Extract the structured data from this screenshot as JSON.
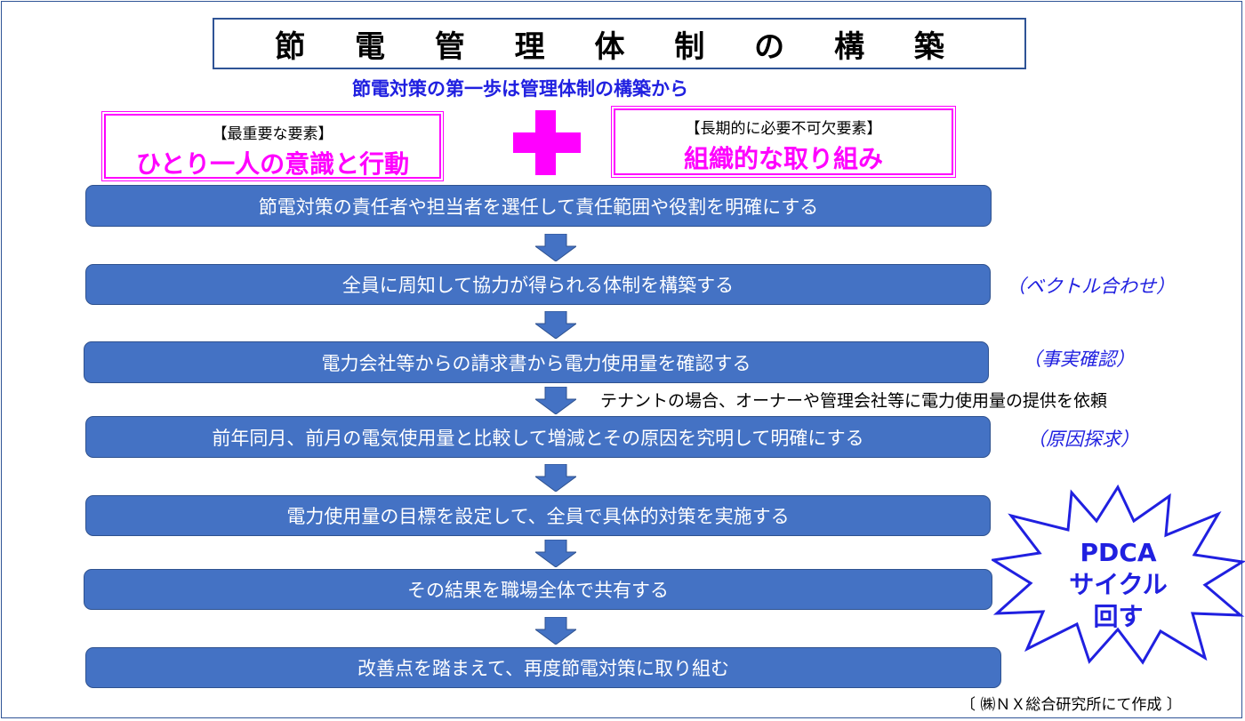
{
  "title": "節 電 管 理 体 制 の 構 築",
  "subtitle": "節電対策の第一歩は管理体制の構築から",
  "left_box": {
    "small": "【最重要な要素】",
    "big": "ひとり一人の意識と行動"
  },
  "right_box": {
    "small": "【長期的に必要不可欠要素】",
    "big": "組織的な取り組み"
  },
  "steps": [
    "節電対策の責任者や担当者を選任して責任範囲や役割を明確にする",
    "全員に周知して協力が得られる体制を構築する",
    "電力会社等からの請求書から電力使用量を確認する",
    "前年同月、前月の電気使用量と比較して増減とその原因を究明して明確にする",
    "電力使用量の目標を設定して、全員で具体的対策を実施する",
    "その結果を職場全体で共有する",
    "改善点を踏まえて、再度節電対策に取り組む"
  ],
  "side_labels": [
    "（ベクトル合わせ）",
    "（事実確認）",
    "（原因探求）"
  ],
  "tenant_note": "テナントの場合、オーナーや管理会社等に電力使用量の提供を依頼",
  "pdca": {
    "line1": "PDCA",
    "line2": "サイクル",
    "line3": "回す"
  },
  "credit": "〔 ㈱ＮＸ総合研究所にて作成 〕",
  "colors": {
    "step_fill": "#4472c4",
    "accent_pink": "#ff00ff",
    "accent_blue": "#2020e0"
  }
}
